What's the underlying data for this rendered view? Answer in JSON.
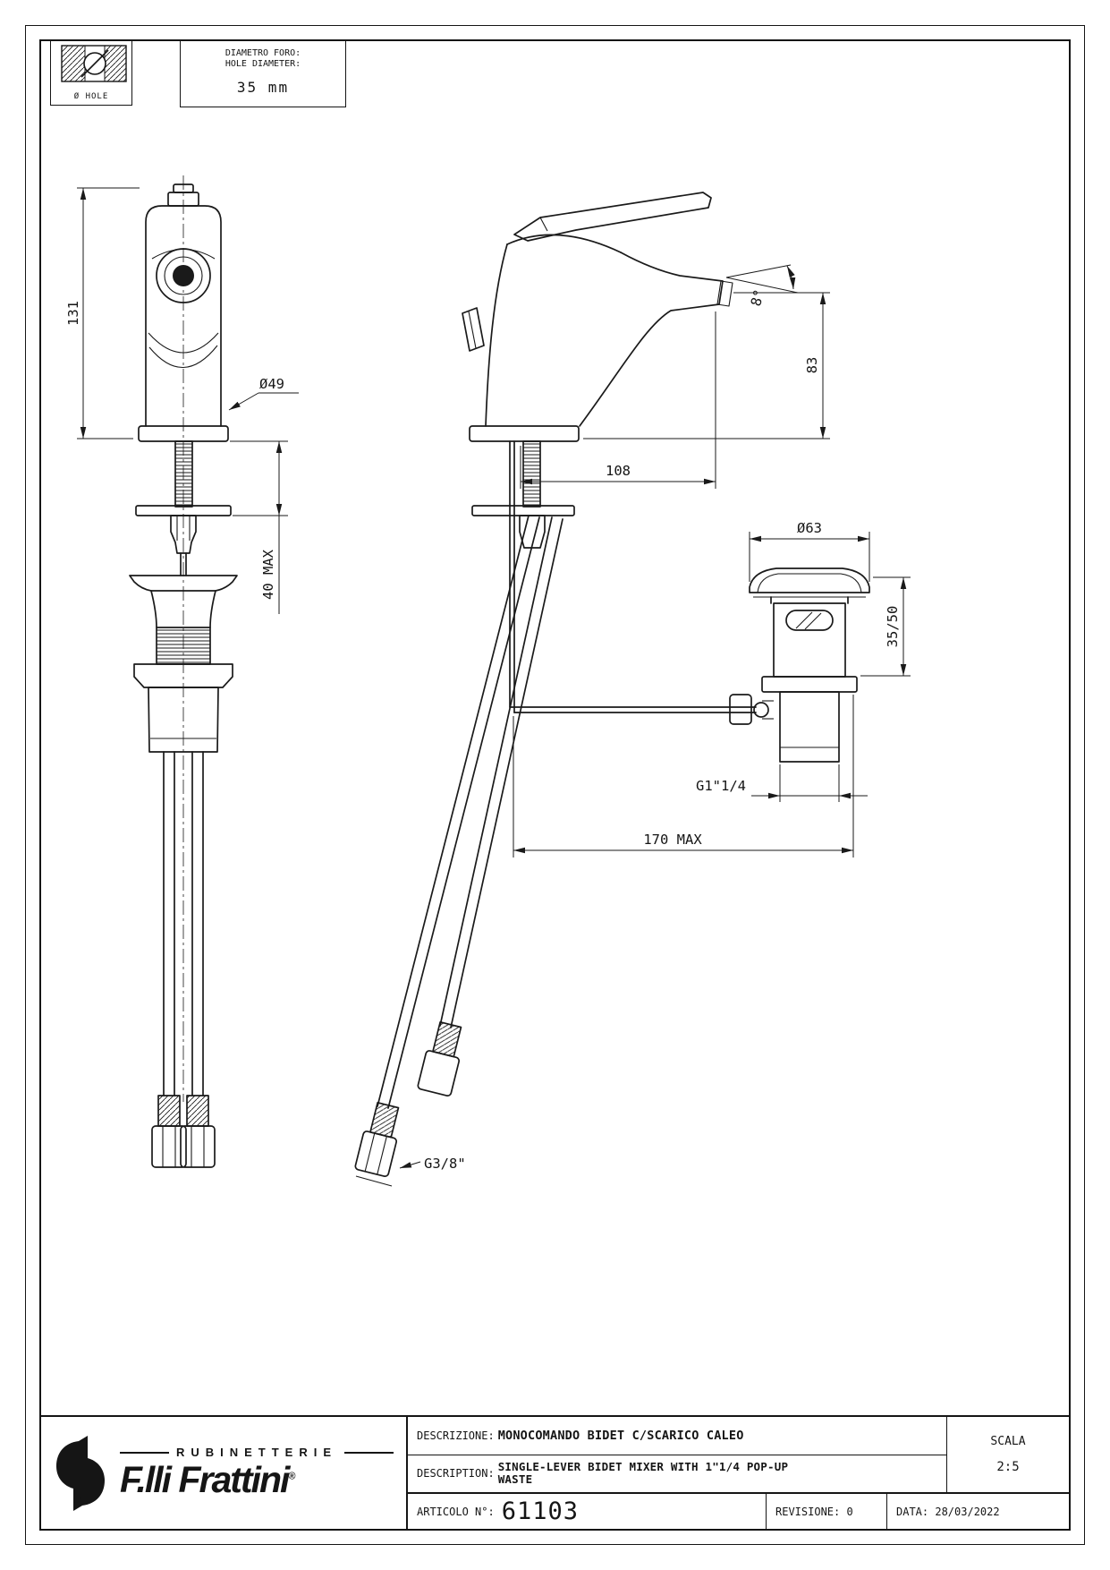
{
  "hole_note": {
    "icon_label": "Ø HOLE",
    "label_it": "DIAMETRO FORO:",
    "label_en": "HOLE DIAMETER:",
    "value": "35 mm"
  },
  "drawing": {
    "front_view": {
      "body_height": "131",
      "base_diameter": "Ø49",
      "mount_max": "40 MAX"
    },
    "side_view": {
      "spout_angle": "8°",
      "spout_height": "83",
      "spout_reach": "108",
      "reach_max": "170 MAX",
      "hose_thread": "G3/8\""
    },
    "waste_view": {
      "flange_diameter": "Ø63",
      "depth_range": "35/50",
      "thread": "G1\"1/4"
    }
  },
  "title_block": {
    "brand_upper": "RUBINETTERIE",
    "brand_name": "F.lli Frattini",
    "brand_reg": "®",
    "descrizione_label": "DESCRIZIONE:",
    "descrizione_value": "MONOCOMANDO BIDET C/SCARICO CALEO",
    "description_label": "DESCRIPTION:",
    "description_value": "SINGLE-LEVER BIDET MIXER WITH 1\"1/4 POP-UP WASTE",
    "articolo_label": "ARTICOLO N°:",
    "articolo_value": "61103",
    "scala_label": "SCALA",
    "scala_value": "2:5",
    "revisione": "REVISIONE: 0",
    "data": "DATA: 28/03/2022"
  }
}
